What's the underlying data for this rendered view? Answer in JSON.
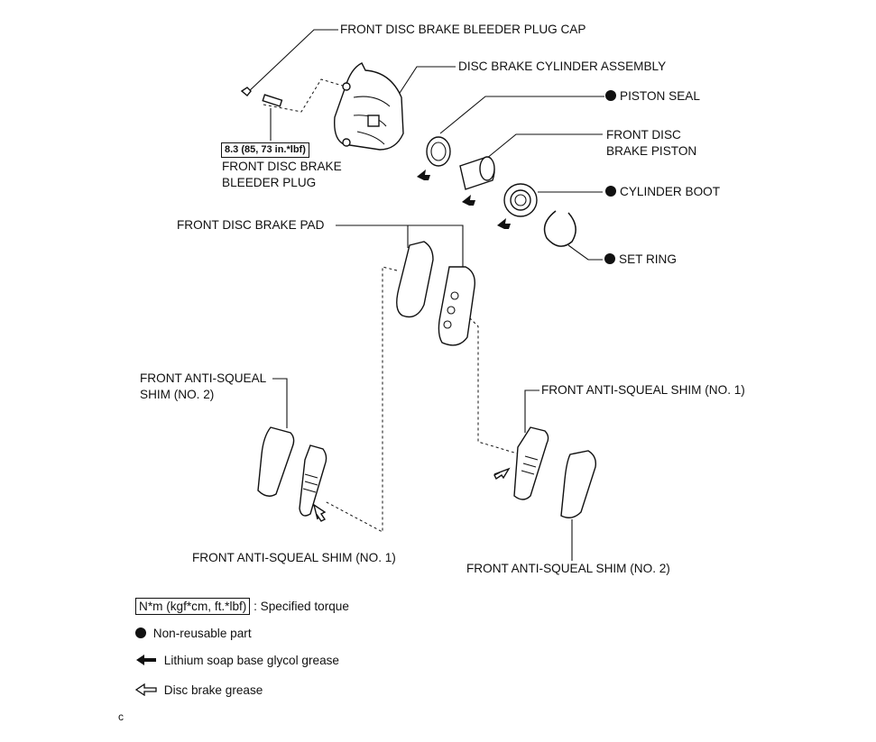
{
  "labels": {
    "bleeder_cap": "FRONT DISC BRAKE BLEEDER PLUG CAP",
    "cylinder_assembly": "DISC BRAKE CYLINDER ASSEMBLY",
    "piston_seal": "PISTON SEAL",
    "piston": "FRONT DISC BRAKE PISTON",
    "cylinder_boot": "CYLINDER BOOT",
    "set_ring": "SET RING",
    "bleeder_torque": "8.3 (85, 73 in.*lbf)",
    "bleeder_plug": "FRONT DISC BRAKE BLEEDER PLUG",
    "brake_pad": "FRONT DISC BRAKE PAD",
    "shim_no2_left": "FRONT ANTI-SQUEAL SHIM (NO. 2)",
    "shim_no1_left": "FRONT ANTI-SQUEAL SHIM (NO. 1)",
    "shim_no1_right": "FRONT ANTI-SQUEAL SHIM (NO. 1)",
    "shim_no2_right": "FRONT ANTI-SQUEAL SHIM (NO. 2)"
  },
  "legend": {
    "torque_box": "N*m (kgf*cm, ft.*lbf)",
    "torque_desc": ": Specified torque",
    "non_reusable": "Non-reusable part",
    "lithium_grease": "Lithium soap base glycol grease",
    "disc_grease": "Disc brake grease"
  },
  "footer_code": "c"
}
